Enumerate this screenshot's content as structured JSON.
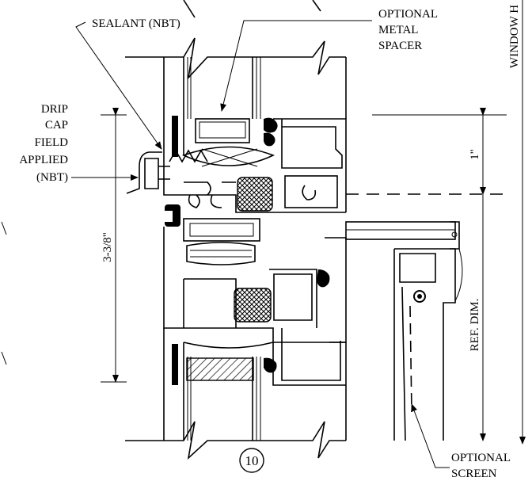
{
  "labels": {
    "sealant": "SEALANT (NBT)",
    "metal_spacer": [
      "OPTIONAL",
      "METAL",
      "SPACER"
    ],
    "drip_cap": [
      "DRIP",
      "CAP",
      "FIELD",
      "APPLIED",
      "(NBT)"
    ],
    "dim_overall": "3-3/8\"",
    "dim_one_inch": "1\"",
    "ref_dim": "REF. DIM.",
    "window_height": "WINDOW H",
    "detail_number": "10",
    "optional_screen": [
      "OPTIONAL",
      "SCREEN"
    ]
  },
  "colors": {
    "line": "#000000",
    "background": "#ffffff"
  }
}
